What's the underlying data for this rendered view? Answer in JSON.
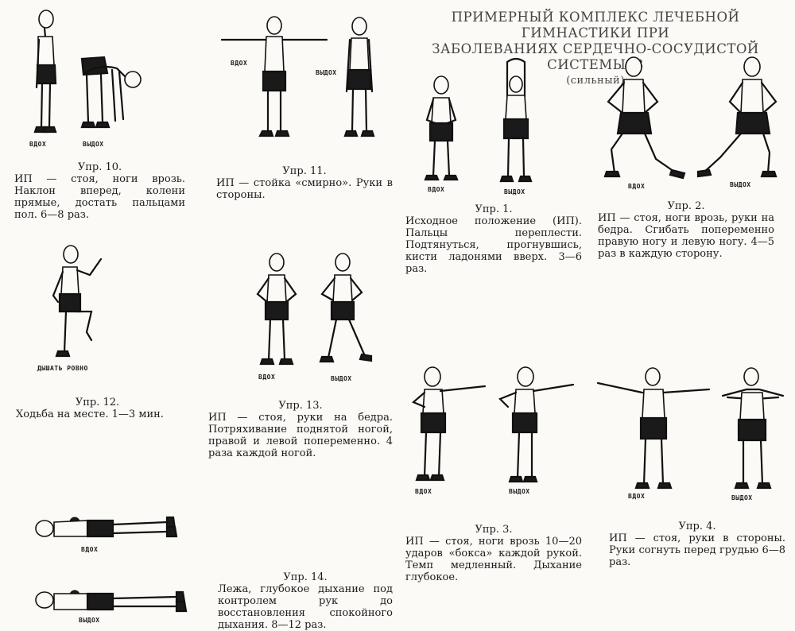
{
  "title": {
    "line1": "ПРИМЕРНЫЙ КОМПЛЕКС ЛЕЧЕБНОЙ ГИМНАСТИКИ ПРИ",
    "line2": "ЗАБОЛЕВАНИЯХ СЕРДЕЧНО-СОСУДИСТОЙ СИСТЕМЫ, 3",
    "line3": "(сильный)"
  },
  "labels": {
    "inhale": "ВДОХ",
    "exhale": "ВЫДОХ",
    "breathe_even": "ДЫШАТЬ РОВНО"
  },
  "exercises": {
    "e1": {
      "label": "Упр. 1.",
      "text": "Исходное положение (ИП). Пальцы переплести. Подтянуться, прогнувшись, кисти ладонями вверх. 3—6 раз."
    },
    "e2": {
      "label": "Упр. 2.",
      "text": "ИП — стоя, ноги врозь, руки на бедра. Сгибать попеременно правую ногу и левую ногу. 4—5 раз в каждую сторону."
    },
    "e3": {
      "label": "Упр. 3.",
      "text": "ИП — стоя, ноги врозь 10—20 ударов «бокса» каждой рукой. Темп медленный. Дыхание глубокое."
    },
    "e4": {
      "label": "Упр. 4.",
      "text": "ИП — стоя, руки в стороны. Руки согнуть перед грудью 6—8 раз."
    },
    "e10": {
      "label": "Упр. 10.",
      "text": "ИП — стоя, ноги врозь. Наклон вперед, колени прямые, достать пальцами пол. 6—8 раз."
    },
    "e11": {
      "label": "Упр. 11.",
      "text": "ИП — стойка «смирно». Руки в стороны."
    },
    "e12": {
      "label": "Упр. 12.",
      "text": "Ходьба на месте. 1—3 мин."
    },
    "e13": {
      "label": "Упр. 13.",
      "text": "ИП — стоя, руки на бедра. Потряхивание поднятой ногой, правой и левой попеременно. 4 раза каждой ногой."
    },
    "e14": {
      "label": "Упр. 14.",
      "text": "Лежа, глубокое дыхание под контролем рук до восстановления спокойного дыхания. 8—12 раз."
    }
  }
}
